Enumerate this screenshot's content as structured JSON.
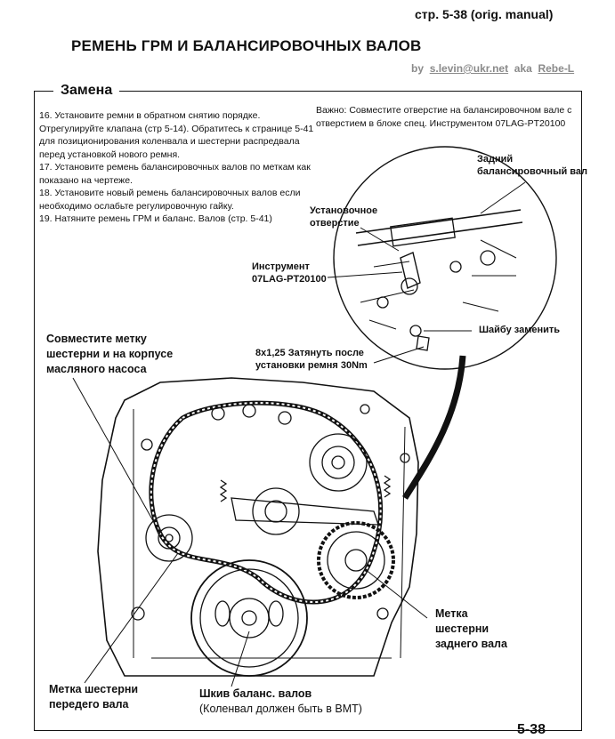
{
  "header": {
    "page_ref": "стр. 5-38 (orig. manual)",
    "title": "РЕМЕНЬ ГРМ И БАЛАНСИРОВОЧНЫХ ВАЛОВ",
    "by": "by",
    "author": "s.levin@ukr.net",
    "aka": "aka",
    "alias": "Rebe-L"
  },
  "section_label": "Замена",
  "steps": [
    "16. Установите ремни в обратном снятию порядке. Отрегулируйте клапана (стр 5-14). Обратитесь к странице 5-41 для позиционирования коленвала и шестерни распредвала перед установкой нового ремня.",
    "17.  Установите ремень балансировочных валов по меткам как показано на чертеже.",
    "18. Установите новый ремень балансировочных валов если необходимо  ослабьте регулировочную гайку.",
    "19. Натяните ремень ГРМ и баланс. Валов (стр. 5-41)"
  ],
  "important_note": "Важно:  Совместите отверстие на балансировочном вале с отверстием в блоке спец. Инструментом 07LAG-PT20100",
  "callouts": {
    "rear_shaft": "Задний балансировочный вал",
    "install_hole": "Установочное отверстие",
    "tool": "Инструмент 07LAG-PT20100",
    "washer": "Шайбу заменить",
    "bolt": "8x1,25 Затянуть после установки ремня 30Nm",
    "oil_pump_mark": "Совместите метку шестерни и на корпусе масляного насоса",
    "rear_gear_mark": "Метка шестерни заднего вала",
    "front_gear_mark": "Метка шестерни передего вала",
    "pulley": "Шкив баланс. валов",
    "pulley_note": "(Коленвал должен быть в BMT)"
  },
  "footer": {
    "page_number": "5-38"
  }
}
